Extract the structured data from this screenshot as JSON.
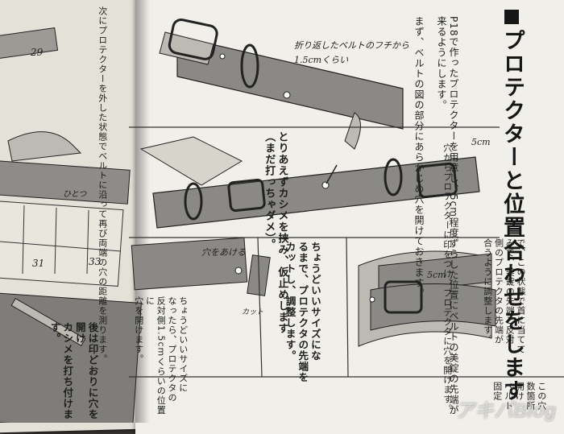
{
  "title": "プロテクターと位置合わせをします",
  "steps": [
    {
      "lines": [
        "まず、ベルトの",
        "図の部分にあらかじめ",
        "穴を開けておきます。"
      ]
    },
    {
      "lines": [
        "P18で作ったプロテクターを",
        "用意し、5cm程度ずらした",
        "位置にベルトの美錠の先端が",
        "来るようにします。"
      ]
    },
    {
      "lines": [
        "とりあえずカシメを挟み、",
        "仮止めします",
        "（まだ打っちゃダメ）。"
      ]
    },
    {
      "lines": [
        "穴からプロテク",
        "ターに印をつけ、",
        "プロテクタに穴を",
        "開けます。"
      ]
    },
    {
      "lines": [
        "ちょうどいいサイズに",
        "なったら、プロテクタの",
        "反対側1.5cmくらいの位置に",
        "穴を開けます。"
      ]
    },
    {
      "lines": [
        "ちょうどいいサイズにな",
        "るまで、プロテクタの先端を",
        "カットし、調整します。"
      ]
    },
    {
      "lines": [
        "で、この状態で首に当てて",
        "みて、美錠の先端と反対",
        "側のプロテクタの先端が",
        "合うように調整します。"
      ]
    },
    {
      "lines": [
        "この穴",
        "数箇所",
        "開け",
        "ベルト",
        "固定"
      ]
    }
  ],
  "left_page": {
    "lines": [
      "次にプロテクターを外した状態で",
      "ベルトに沿って再び両端の",
      "穴の距離を測ります。"
    ],
    "bottom_lines": [
      "後は印どおりに穴を開け",
      "カシメを打ち付けます。"
    ],
    "ruler_numbers": [
      "29",
      "31",
      "33"
    ]
  },
  "annotations": {
    "fold": "折り返したベルトのフチから",
    "fold_size": "1.5cmくらい",
    "five_cm_top": "5cm",
    "five_cm_bottom": "5cm",
    "hole_here": "穴をあける",
    "cut": "カット",
    "belt_stamp": "ひとつ"
  },
  "watermark": "アキバBlog",
  "colors": {
    "page": "#f1efe9",
    "ink": "#1e1e1e",
    "belt": "#8a8985",
    "background": "#3a3733"
  }
}
